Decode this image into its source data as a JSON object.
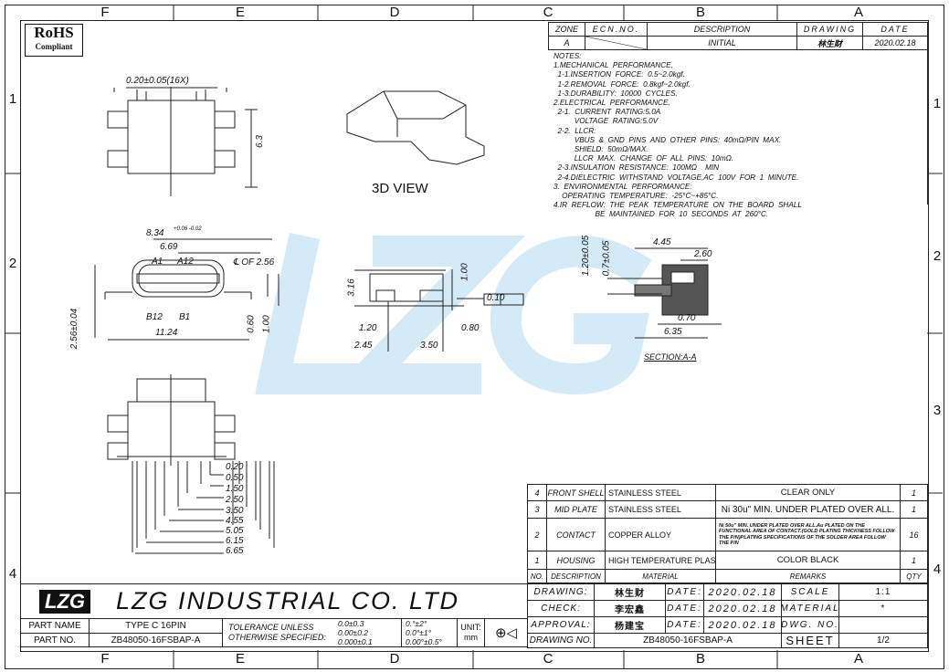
{
  "zones": {
    "cols": [
      "F",
      "E",
      "D",
      "C",
      "B",
      "A"
    ],
    "rows": [
      "1",
      "2",
      "3",
      "4"
    ]
  },
  "rohs": {
    "line1": "RoHS",
    "line2": "Compliant"
  },
  "revision": {
    "headers": [
      "ZONE",
      "ECN.NO.",
      "DESCRIPTION",
      "DRAWING",
      "DATE"
    ],
    "row": {
      "zone": "A",
      "ecn": "",
      "description": "INITIAL",
      "drawing": "林生财",
      "date": "2020.02.18"
    }
  },
  "notes": "NOTES:\n1.MECHANICAL  PERFORMANCE,\n  1-1.INSERTION  FORCE:  0.5~2.0kgf.\n  1-2.REMOVAL  FORCE:  0.8kgf~2.0kgf.\n  1-3.DURABILITY:  10000  CYCLES.\n2.ELECTRICAL  PERFORMANCE,\n  2-1.  CURRENT  RATING:5.0A\n          VOLTAGE  RATING:5.0V\n  2-2.  LLCR:\n          VBUS  &  GND  PINS  AND  OTHER  PINS:  40mΩ/PIN  MAX.\n          SHIELD:  50mΩ/MAX.\n          LLCR  MAX.  CHANGE  OF  ALL  PINS:  10mΩ.\n  2-3.INSULATION  RESISTANCE:  100MΩ    MIN\n  2-4.DIELECTRIC  WITHSTAND  VOLTAGE,AC  100V  FOR  1  MINUTE.\n3.  ENVIRONMENTAL  PERFORMANCE:\n    OPERATING  TEMPERATURE:  -25°C~+85°C.\n4.IR  REFLOW:  THE  PEAK  TEMPERATURE  ON  THE  BOARD  SHALL\n                    BE  MAINTAINED  FOR  10  SECONDS  AT  260°C.",
  "views": {
    "view3d": "3D VIEW",
    "section": "SECTION:A-A"
  },
  "dims": {
    "pitch": "0.20±0.05(16X)",
    "h63": "6.3",
    "w834": "8.34",
    "w834tol": "+0.06 -0.02",
    "w669": "6.69",
    "a1": "A1",
    "a12": "A12",
    "b12": "B12",
    "b1": "B1",
    "cl": "℄ OF 2.56",
    "w1124": "11.24",
    "h256": "2.56±0.04",
    "d060": "0.60",
    "d100": "1.00",
    "s316": "3.16",
    "s100": "1.00",
    "flat": "0.10",
    "s120": "1.20",
    "s080": "0.80",
    "s245": "2.45",
    "s350": "3.50",
    "c120": "1.20±0.05",
    "c07": "0.7±0.05",
    "c445": "4.45",
    "c260": "2.60",
    "c070": "0.70",
    "c635": "6.35",
    "pins": [
      "0.20",
      "0.50",
      "1.50",
      "2.50",
      "3.50",
      "4.55",
      "5.05",
      "6.15",
      "6.65"
    ]
  },
  "watermark": "LZG",
  "bom": {
    "rows": [
      {
        "no": "4",
        "desc": "FRONT SHELL",
        "material": "STAINLESS STEEL",
        "remarks": "CLEAR ONLY",
        "qty": "1"
      },
      {
        "no": "3",
        "desc": "MID PLATE",
        "material": "STAINLESS STEEL",
        "remarks": "Ni 30u\" MIN. UNDER PLATED OVER ALL.",
        "qty": "1"
      },
      {
        "no": "2",
        "desc": "CONTACT",
        "material": "COPPER ALLOY",
        "remarks": "Ni 50u\" MIN. UNDER PLATED OVER ALL.Au PLATED ON THE FUNCTIONAL AREA OF CONTACT.(GOLD PLATING THICKNESS FOLLOW THE P/N)PLATING SPECIFICATIONS OF THE SOLDER AREA FOLLOW THE P/N",
        "qty": "16"
      },
      {
        "no": "1",
        "desc": "HOUSING",
        "material": "HIGH TEMPERATURE PLASTIC",
        "remarks": "COLOR BLACK",
        "qty": "1"
      }
    ],
    "headers": {
      "no": "NO.",
      "desc": "DESCRIPTION",
      "material": "MATERIAL",
      "remarks": "REMARKS",
      "qty": "QTY"
    }
  },
  "title": {
    "logo": "LZG",
    "company": "LZG  INDUSTRIAL  CO.  LTD",
    "part_name_label": "PART NAME",
    "part_name": "TYPE C 16PIN",
    "part_no_label": "PART NO.",
    "part_no": "ZB48050-16FSBAP-A",
    "tol_label1": "TOLERANCE  UNLESS",
    "tol_label2": "OTHERWISE  SPECIFIED:",
    "tol": [
      "0.0±0.3",
      "0.00±0.2",
      "0.000±0.1"
    ],
    "ang": [
      "0.°±2°",
      "0.0°±1°",
      "0.00°±0.5°"
    ],
    "unit_label": "UNIT:",
    "unit": "mm",
    "drawing_label": "DRAWING:",
    "drawing": "林生财",
    "check_label": "CHECK:",
    "check": "李宏鑫",
    "approval_label": "APPROVAL:",
    "approval": "杨建宝",
    "date_label": "DATE:",
    "date": "2020.02.18",
    "scale_label": "SCALE",
    "scale": "1:1",
    "material_label": "MATERIAL",
    "material": "*",
    "dwg_label": "DWG. NO.",
    "drawing_no_label": "DRAWING NO.",
    "drawing_no": "ZB48050-16FSBAP-A",
    "sheet_label": "SHEET",
    "sheet": "1/2"
  }
}
